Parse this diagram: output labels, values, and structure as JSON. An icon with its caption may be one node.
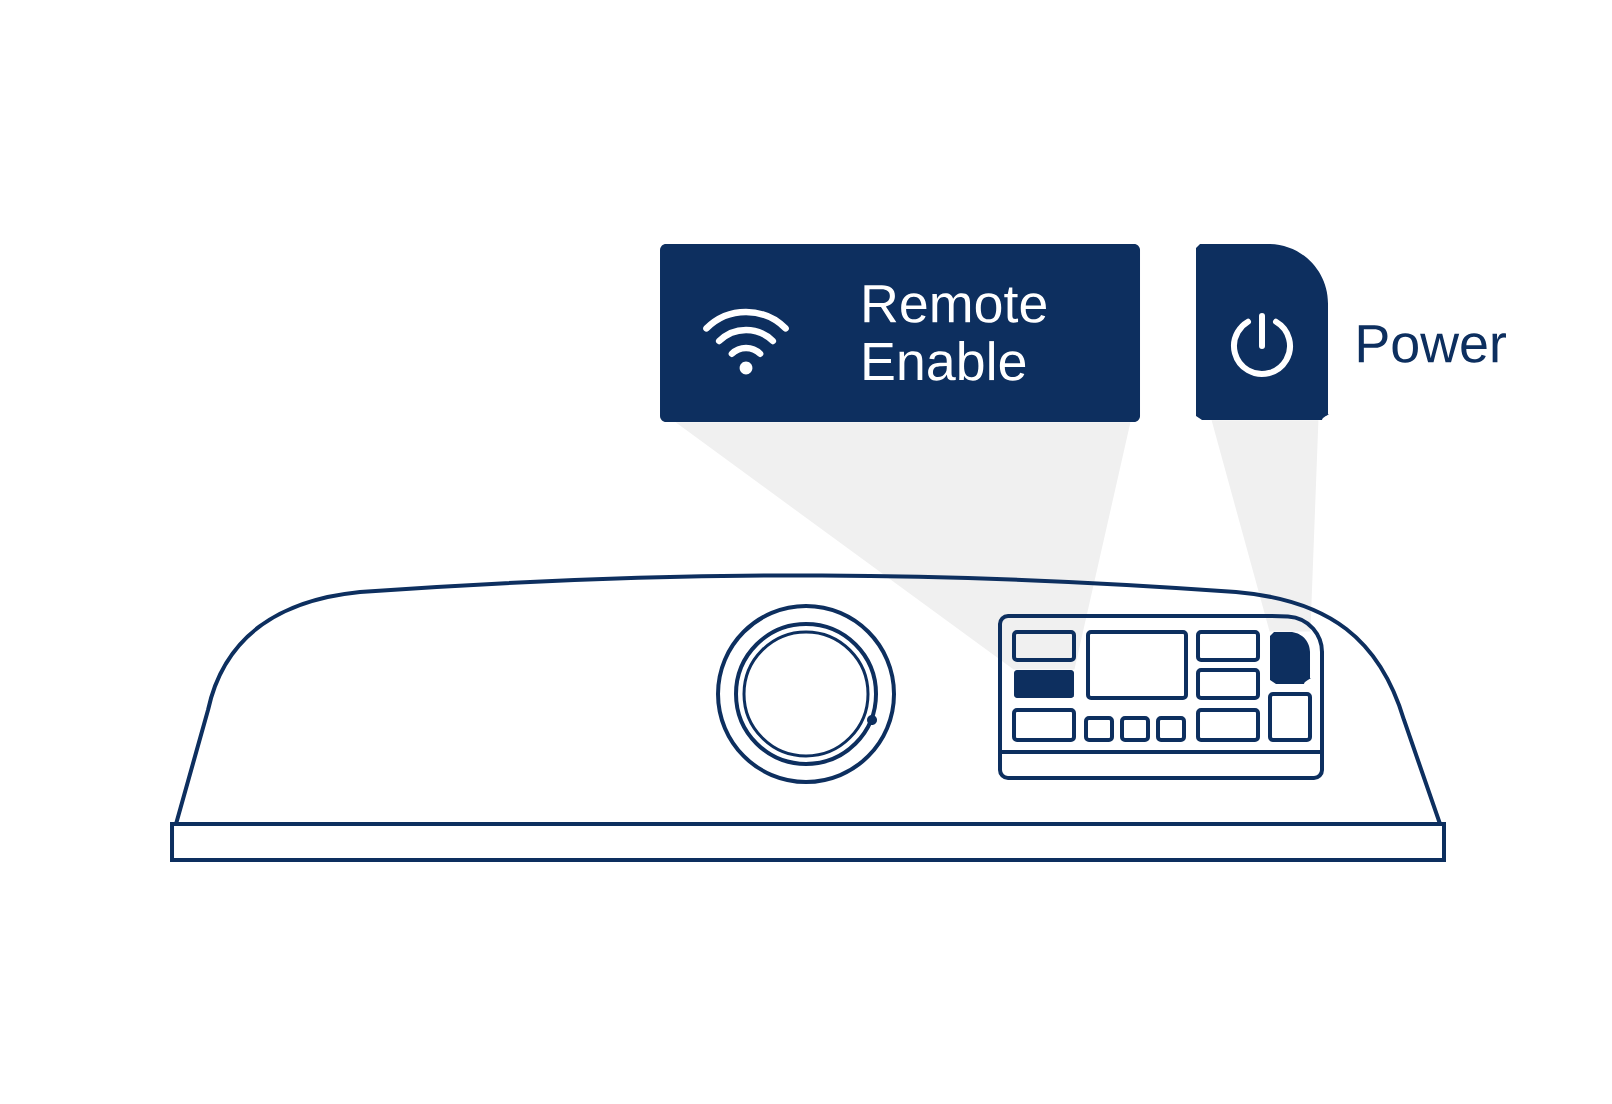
{
  "diagram": {
    "nodes": [
      {
        "text": [
          "Remote Enable"
        ]
      },
      {
        "text": [],
        "shape": "box",
        "beside": [
          "Power"
        ]
      },
      {
        "text": [],
        "shape": "box"
      },
      {
        "text": [],
        "shape": "box"
      }
    ],
    "edges": [
      {
        "from": 0,
        "to": 2,
        "arrow": "none"
      },
      {
        "from": 1,
        "to": 3,
        "arrow": "none"
      }
    ]
  }
}
